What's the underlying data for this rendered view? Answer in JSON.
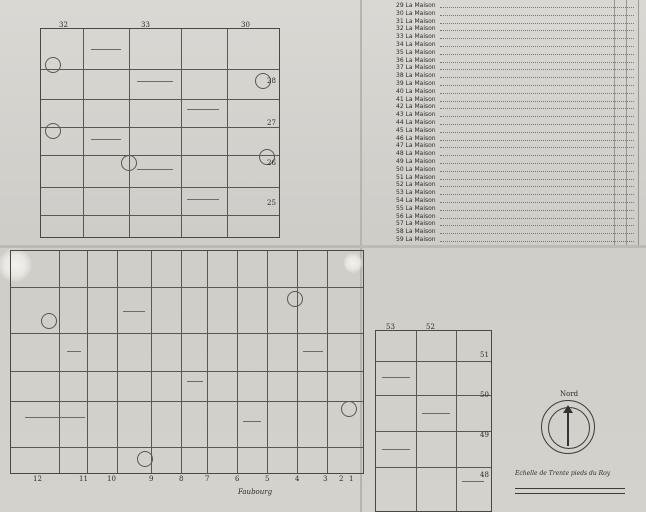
{
  "map": {
    "legend_numbers": [
      "29",
      "30",
      "31",
      "32",
      "33",
      "34",
      "35",
      "36",
      "37",
      "38",
      "39",
      "40",
      "41",
      "42",
      "43",
      "44",
      "45",
      "46",
      "47",
      "48",
      "49",
      "50",
      "51",
      "52",
      "53",
      "54",
      "55",
      "56",
      "57",
      "58",
      "59"
    ],
    "legend_prefix": "La Maison",
    "block_a_numbers": [
      "32",
      "33",
      "30",
      "28",
      "27",
      "26",
      "25"
    ],
    "block_b_numbers": [
      "12",
      "11",
      "10",
      "9",
      "8",
      "7",
      "6",
      "5",
      "4",
      "3",
      "2",
      "1"
    ],
    "block_c_numbers": [
      "53",
      "52",
      "51",
      "50",
      "49",
      "48"
    ],
    "street_label": "Faubourg",
    "compass_north": "Nord",
    "scale_note": "Echelle de Trente pieds du Roy"
  }
}
